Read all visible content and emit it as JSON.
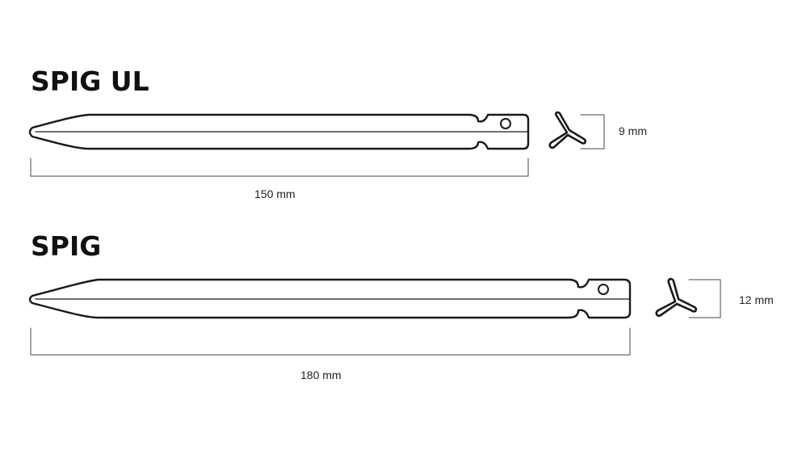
{
  "products": [
    {
      "name": "SPIG UL",
      "length_label": "150 mm",
      "diameter_label": "9 mm"
    },
    {
      "name": "SPIG",
      "length_label": "180 mm",
      "diameter_label": "12 mm"
    }
  ]
}
